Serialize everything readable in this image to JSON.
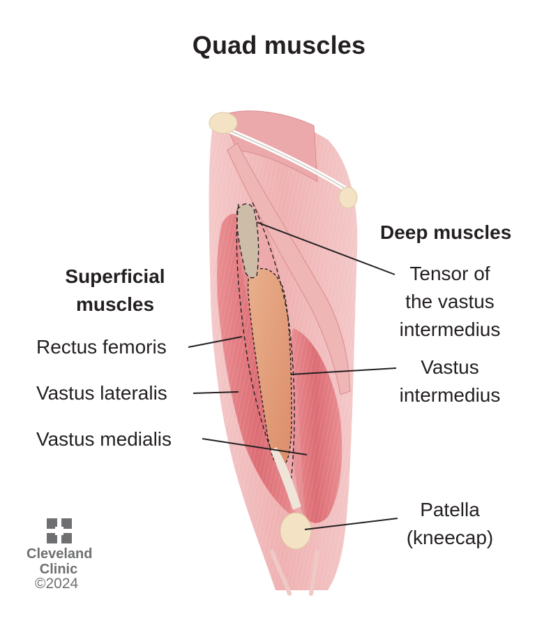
{
  "title": "Quad muscles",
  "headings": {
    "superficial": "Superficial\nmuscles",
    "deep": "Deep muscles"
  },
  "labels": {
    "rectus_femoris": "Rectus femoris",
    "vastus_lateralis": "Vastus lateralis",
    "vastus_medialis": "Vastus medialis",
    "tensor": "Tensor of\nthe vastus\nintermedius",
    "vastus_intermedius": "Vastus\nintermedius",
    "patella": "Patella\n(kneecap)"
  },
  "branding": {
    "logo_text": "Cleveland\nClinic",
    "copyright": "©2024"
  },
  "colors": {
    "muscle": "#e7a1a4",
    "muscle_dark": "#d86e74",
    "deep_muscle": "#e4a07c",
    "bone": "#f3e3c4",
    "tendon": "#ece7de",
    "leader_line": "#231f20",
    "logo": "#6e6f71"
  }
}
